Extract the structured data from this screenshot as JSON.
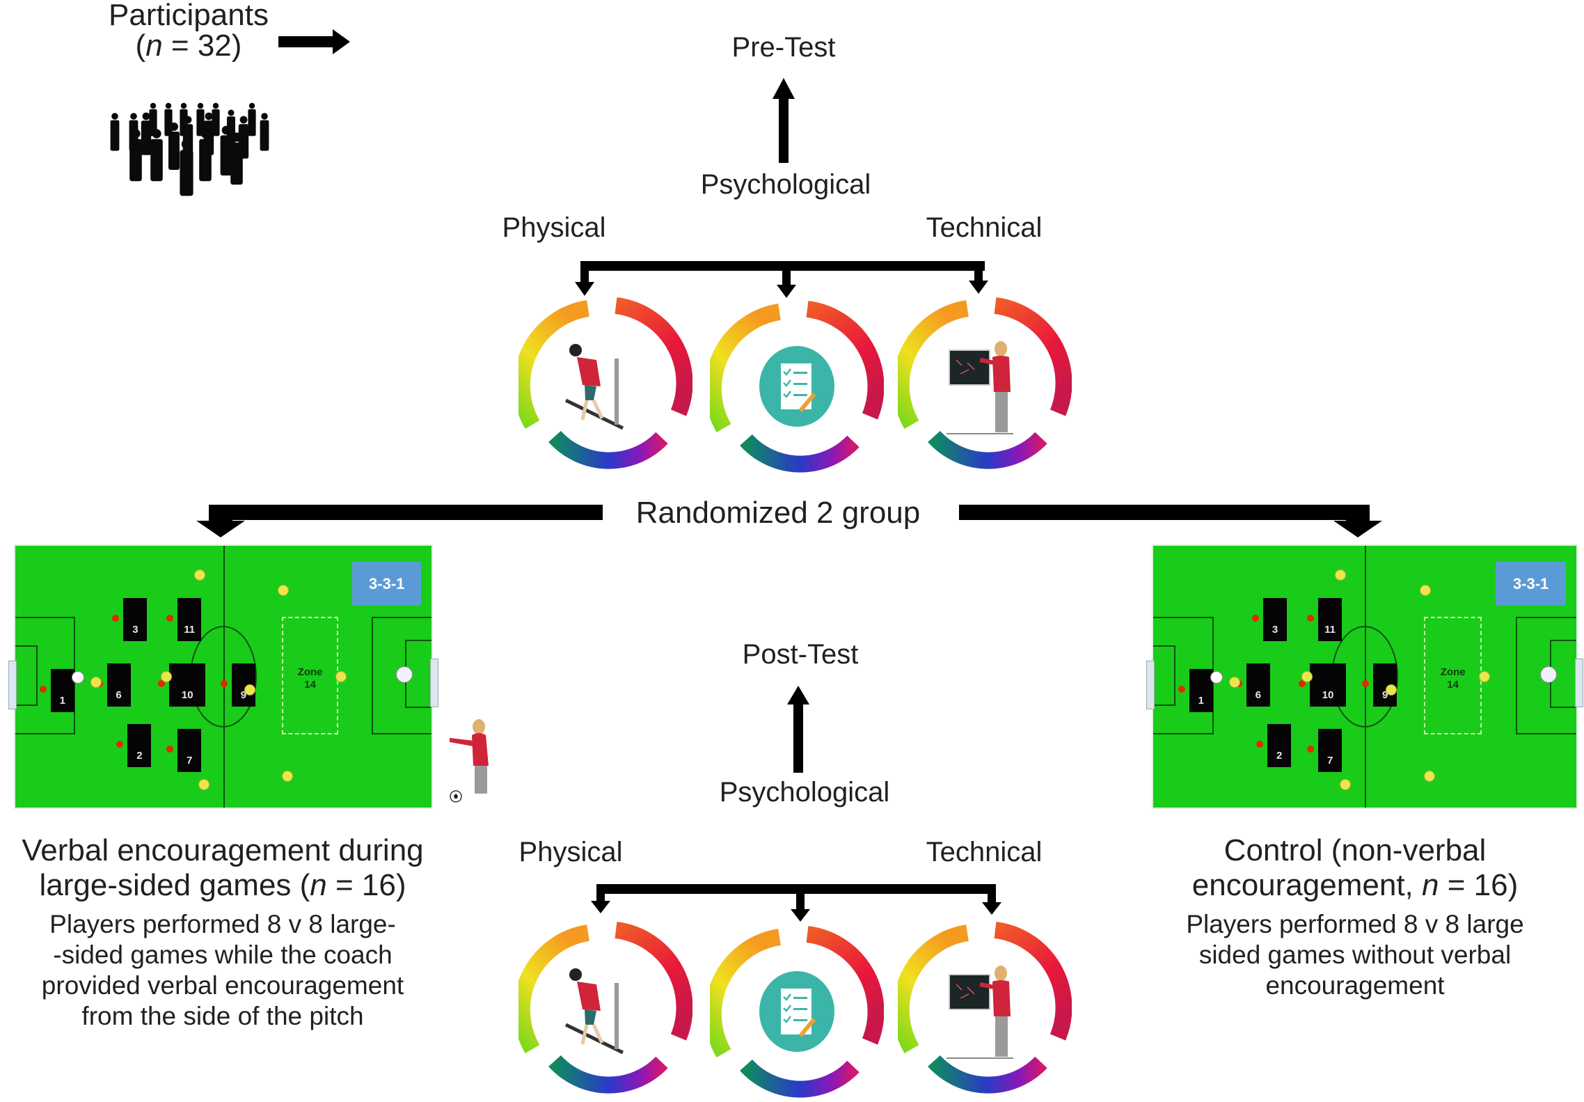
{
  "participants": {
    "title": "Participants",
    "count_prefix": "(",
    "count_var": "n",
    "count_rest": " = 32)",
    "icon": "crowd-icon"
  },
  "pre_test": {
    "title": "Pre-Test",
    "psychological": "Psychological",
    "physical": "Physical",
    "technical": "Technical",
    "icons": [
      "sprint-athlete-icon",
      "questionnaire-checklist-icon",
      "coach-whiteboard-icon"
    ]
  },
  "randomization": {
    "label": "Randomized 2 group"
  },
  "groups": [
    {
      "title_line1": "Verbal encouragement during",
      "title_line2_prefix": "large-sided games (",
      "title_var": "n",
      "title_line2_suffix": " = 16)",
      "description": [
        "Players performed 8 v 8 large-",
        "-sided games while the coach",
        "provided verbal encouragement",
        "from the side of the pitch"
      ],
      "formation": "3-3-1",
      "zone_label": "Zone\n14",
      "players": [
        "1",
        "3",
        "11",
        "6",
        "10",
        "9",
        "2",
        "7"
      ],
      "has_coach": true
    },
    {
      "title_line1": "Control (non-verbal",
      "title_line2_prefix": "encouragement, ",
      "title_var": "n",
      "title_line2_suffix": " = 16)",
      "description": [
        "Players performed 8 v 8 large",
        "sided games without verbal",
        "encouragement"
      ],
      "formation": "3-3-1",
      "zone_label": "Zone\n14",
      "players": [
        "1",
        "3",
        "11",
        "6",
        "10",
        "9",
        "2",
        "7"
      ],
      "has_coach": false
    }
  ],
  "post_test": {
    "title": "Post-Test",
    "psychological": "Psychological",
    "physical": "Physical",
    "technical": "Technical",
    "icons": [
      "sprint-athlete-icon",
      "questionnaire-checklist-icon",
      "coach-whiteboard-icon"
    ]
  },
  "colors": {
    "pitch": "#19cc19",
    "formation_badge": "#5b9bd5",
    "checklist_badge": "#3bb5a8",
    "arrow": "#000000"
  }
}
